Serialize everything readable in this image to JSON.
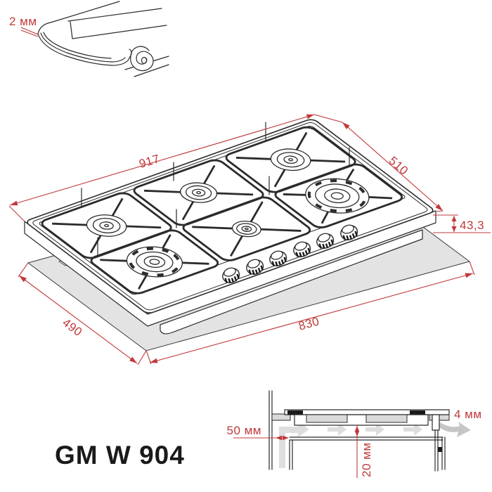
{
  "edge_detail": {
    "thickness_label": "2 мм"
  },
  "hob_diagram": {
    "dim_width": "917",
    "dim_depth": "510",
    "dim_height": "43,3",
    "cutout_width": "830",
    "cutout_depth": "490",
    "burner_count": 6,
    "knob_count": 6
  },
  "installation_section": {
    "side_clearance": "50 мм",
    "bottom_clearance": "20 мм",
    "rear_gap": "4 мм"
  },
  "model": {
    "name": "GM W 904"
  },
  "colors": {
    "dimension_red": "#c0393b",
    "line_black": "#2b2b2b",
    "cutout_gray": "#e3e3e3",
    "worktop_gray": "#d9d9d9",
    "airflow_gray": "#dedede"
  },
  "icons": {
    "airflow_arrow": "right-arrow",
    "exit_arrow": "curved-right-arrow"
  }
}
